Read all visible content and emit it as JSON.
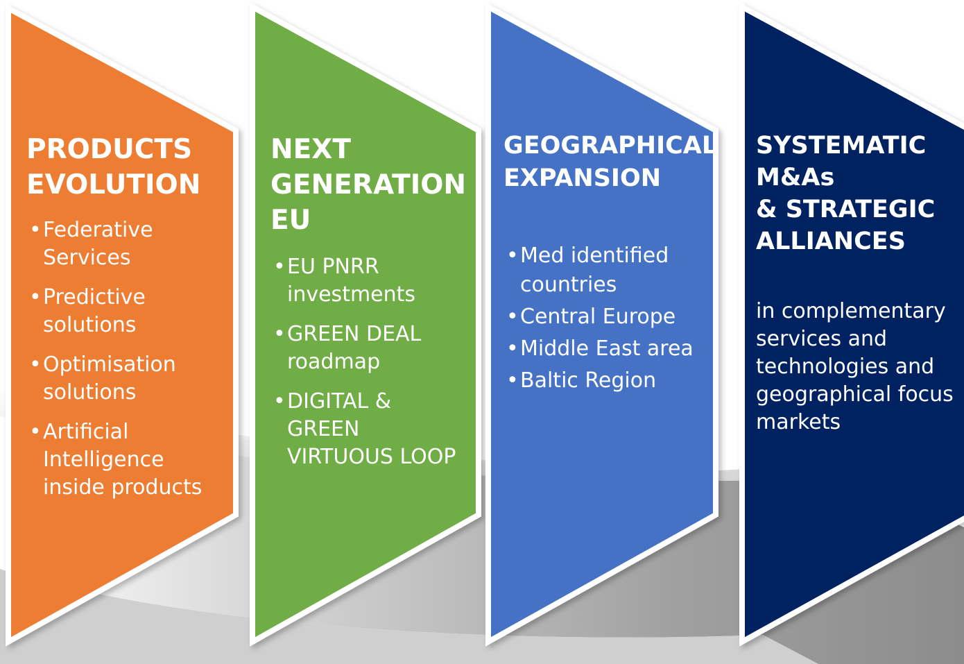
{
  "panels": [
    {
      "title": "PRODUCTS\nEVOLUTION",
      "color": "#ED7D31",
      "bullets": [
        "Federative\nServices",
        "Predictive\nsolutions",
        "Optimisation\nsolutions",
        "Artificial\nIntelligence\ninside products"
      ]
    },
    {
      "title": "NEXT\nGENERATION\nEU",
      "color": "#70AD47",
      "bullets": [
        "EU PNRR\ninvestments",
        "GREEN DEAL\nroadmap",
        "DIGITAL &\nGREEN\nVIRTUOUS LOOP"
      ]
    },
    {
      "title": "GEOGRAPHICAL\nEXPANSION",
      "color": "#4472C4",
      "bullets": [
        "Med identified\ncountries",
        "Central Europe",
        "Middle East area",
        "Baltic Region"
      ]
    },
    {
      "title": "SYSTEMATIC\nM&As\n& STRATEGIC\nALLIANCES",
      "color": "#002060",
      "body": "in complementary\nservices and\ntechnologies and\ngeographical focus\nmarkets"
    }
  ],
  "bullet_symbol": "•",
  "background_arrow_color": "#A6A6A6"
}
